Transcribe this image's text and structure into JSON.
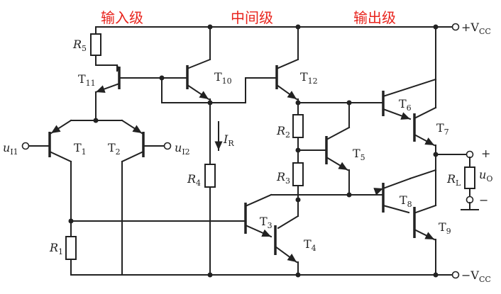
{
  "sections": {
    "input_stage": "输入级",
    "middle_stage": "中间级",
    "output_stage": "输出级"
  },
  "supplies": {
    "positive": {
      "prefix": "+V",
      "sub": "CC"
    },
    "negative": {
      "prefix": "−V",
      "sub": "CC"
    }
  },
  "transistors": {
    "t1": {
      "main": "T",
      "sub": "1"
    },
    "t2": {
      "main": "T",
      "sub": "2"
    },
    "t3": {
      "main": "T",
      "sub": "3"
    },
    "t4": {
      "main": "T",
      "sub": "4"
    },
    "t5": {
      "main": "T",
      "sub": "5"
    },
    "t6": {
      "main": "T",
      "sub": "6"
    },
    "t7": {
      "main": "T",
      "sub": "7"
    },
    "t8": {
      "main": "T",
      "sub": "8"
    },
    "t9": {
      "main": "T",
      "sub": "9"
    },
    "t10": {
      "main": "T",
      "sub": "10"
    },
    "t11": {
      "main": "T",
      "sub": "11"
    },
    "t12": {
      "main": "T",
      "sub": "12"
    }
  },
  "resistors": {
    "r1": {
      "main": "R",
      "sub": "1"
    },
    "r2": {
      "main": "R",
      "sub": "2"
    },
    "r3": {
      "main": "R",
      "sub": "3"
    },
    "r4": {
      "main": "R",
      "sub": "4"
    },
    "r5": {
      "main": "R",
      "sub": "5"
    },
    "rl": {
      "main": "R",
      "sub": "L"
    }
  },
  "signals": {
    "ui1": {
      "main": "u",
      "sub": "I1"
    },
    "ui2": {
      "main": "u",
      "sub": "I2"
    },
    "uo": {
      "main": "u",
      "sub": "O"
    },
    "ir": {
      "main": "I",
      "sub": "R"
    },
    "out_plus": "+",
    "out_minus": "−"
  },
  "colors": {
    "wire": "#222222",
    "section_label": "#e8231c",
    "background": "#ffffff"
  }
}
